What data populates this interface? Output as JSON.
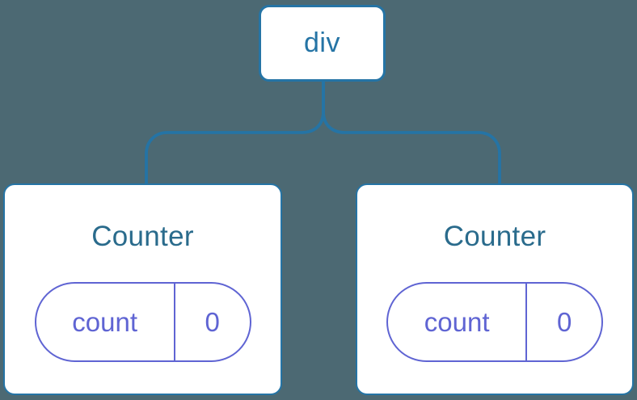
{
  "theme": {
    "background": "#4C6973",
    "accent_blue": "#2574A5",
    "title_blue": "#2A6B8C",
    "state_purple": "#5F64D3",
    "node_fill": "#FFFFFF"
  },
  "tree": {
    "root": {
      "label": "div"
    },
    "children": [
      {
        "title": "Counter",
        "state": {
          "key": "count",
          "value": "0"
        }
      },
      {
        "title": "Counter",
        "state": {
          "key": "count",
          "value": "0"
        }
      }
    ]
  }
}
